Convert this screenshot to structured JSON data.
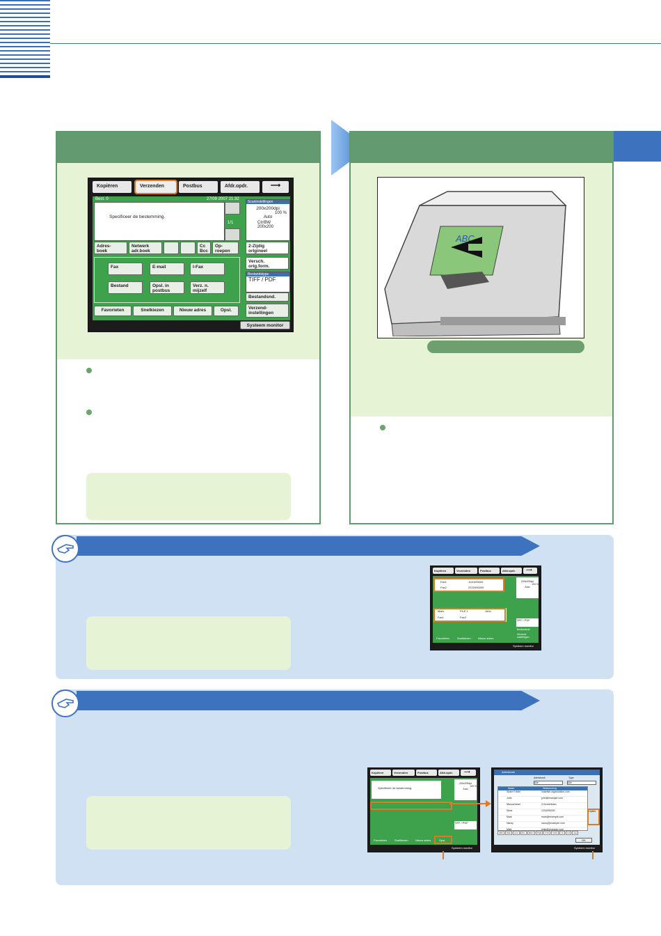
{
  "colors": {
    "accent_blue": "#3d72bf",
    "panel_green": "#649a6f",
    "light_green": "#e7f3d5",
    "light_blue": "#cfe1f3",
    "highlight_orange": "#e07a22"
  },
  "ui_screen": {
    "tabs": [
      "Kopiëren",
      "Verzenden",
      "Postbus",
      "Afdr.opdr."
    ],
    "status_bar": {
      "left": "Best.     0",
      "right": "27/09 2007 21:32"
    },
    "message": "Specificeer de bestemming.",
    "page_counter": "1/1",
    "scan_settings_label": "Scaninstellingen",
    "resolution": "200x200dpi",
    "zoom": "100 %",
    "mode": "Auto",
    "color_mode": "Clr/BW",
    "color_resolution": "200x200",
    "row_buttons": [
      "Adres-\nboek",
      "Netwerk\nadr.boek",
      "Cc\nBcc",
      "Op-\nroepen"
    ],
    "two_sided": "2-Zijdig\norigineel",
    "diff_size": "Versch.\norig.form.",
    "file_type_label": "Bestandstype",
    "file_type": "TIFF / PDF",
    "dest_buttons": [
      "Fax",
      "E-mail",
      "I-Fax",
      "Bestand",
      "Opsl. in\npostbus",
      "Verz. n.\nmijzelf"
    ],
    "file_name": "Bestandsnd.",
    "send_settings": "Verzend-\ninstellingen",
    "bottom_tabs": [
      "Favorieten",
      "Snelkiezen",
      "Nieuw adres",
      "Opsl."
    ],
    "system_monitor": "Systeem monitor"
  },
  "scanner_illustration": {
    "label": "ABC"
  },
  "tip_screen_1": {
    "tabs": [
      "Kopiëren",
      "Verzenden",
      "Postbus",
      "Afdr.opdr."
    ],
    "dest_rows": [
      {
        "name": "Fax1",
        "number": "1111000000"
      },
      {
        "name": "Fax2",
        "number": "2222000000"
      }
    ],
    "resolution": "200x200dpi",
    "zoom": "100 %",
    "mode": "Auto",
    "file_type": "TIFF / PDF",
    "file_name": "Bestandsnd.",
    "send_settings": "Verzend-\ninstellingen",
    "bottom_tabs": [
      "Favorieten",
      "Snelkiezen",
      "Nieuw adres"
    ],
    "system_monitor": "Systeem monitor",
    "fav_list": [
      "Mark",
      "Fax1",
      "FILE 1",
      "Fax2",
      "John"
    ]
  },
  "tip_screen_2a": {
    "tabs": [
      "Kopiëren",
      "Verzenden",
      "Postbus",
      "Afdr.opdr."
    ],
    "message": "Specificeer de bestemming.",
    "resolution": "200x200dpi",
    "zoom": "100 %",
    "mode": "Auto",
    "file_type": "TIFF / PDF",
    "bottom_tabs": [
      "Favorieten",
      "Snelkiezen",
      "Nieuw adres",
      "Opsl."
    ],
    "system_monitor": "Systeem monitor"
  },
  "tip_screen_2b": {
    "title": "Adresboek",
    "filter_labels": [
      "Adresboek",
      "Type"
    ],
    "filter_values": [
      "Alle",
      "Alle"
    ],
    "columns": [
      "Naam",
      "Bestemming"
    ],
    "rows": [
      {
        "name": "Share Folder",
        "dest": "\\\\starfish.organization.com"
      },
      {
        "name": "John",
        "dest": "john@example.com"
      },
      {
        "name": "Manual team",
        "dest": "Z:\\home\\team"
      },
      {
        "name": "Silvia",
        "dest": "1234000000"
      },
      {
        "name": "Mark",
        "dest": "mark@example.com"
      },
      {
        "name": "Nancy",
        "dest": "nancy@example.com"
      },
      {
        "name": "Mike",
        "dest": "mike@example.com"
      }
    ],
    "alpha_tabs": [
      "ABC",
      "DEF",
      "GHI",
      "JKL",
      "MNO",
      "PQR",
      "STU",
      "VWX",
      "YZ",
      "0-9",
      "Alle"
    ],
    "options_label": "Opties",
    "ok": "OK",
    "system_monitor": "Systeem monitor"
  }
}
